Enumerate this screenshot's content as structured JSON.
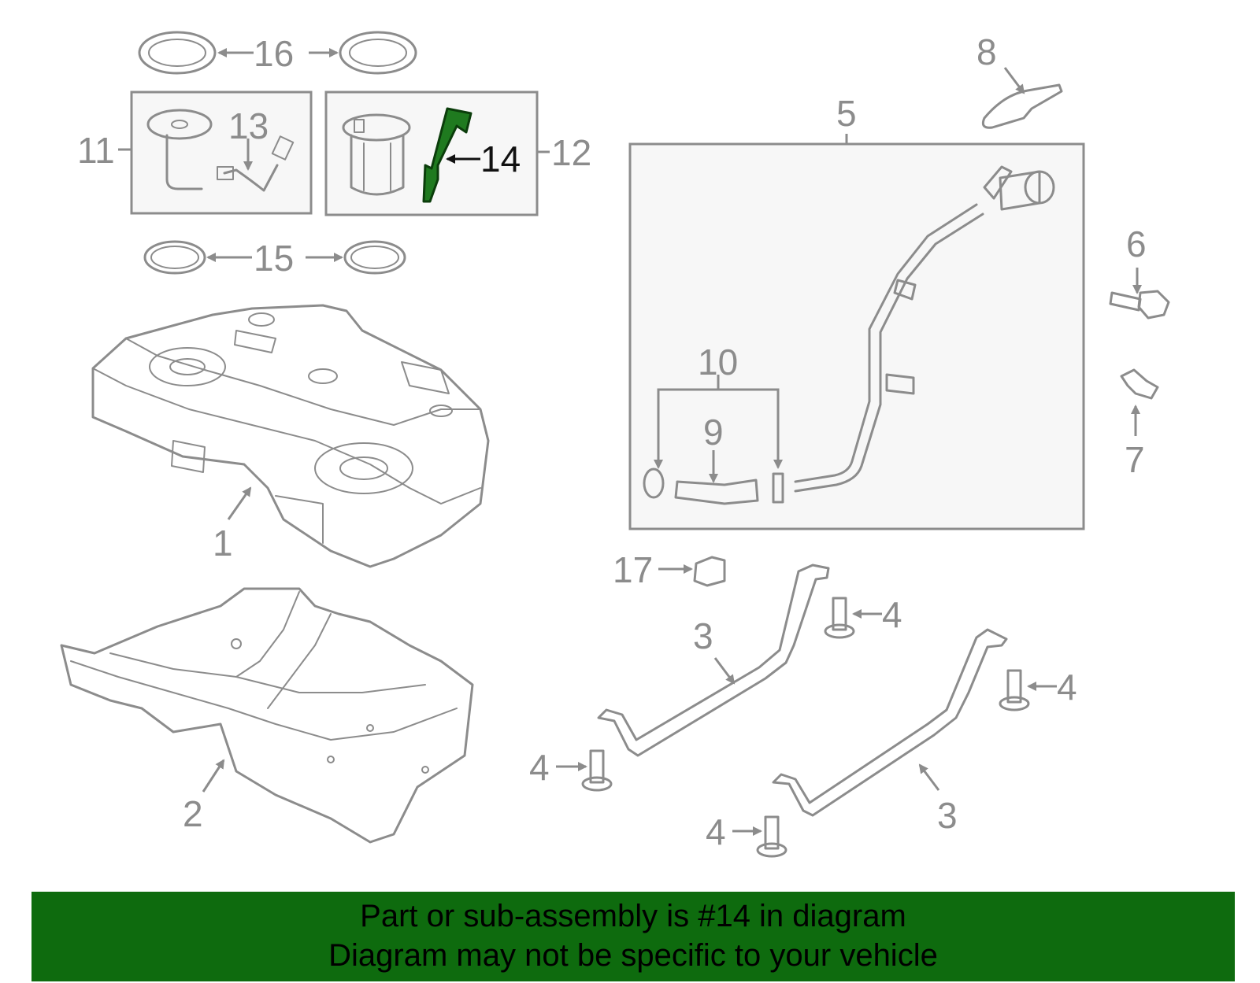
{
  "callouts": {
    "c1": "1",
    "c2": "2",
    "c3a": "3",
    "c3b": "3",
    "c4a": "4",
    "c4b": "4",
    "c4c": "4",
    "c4d": "4",
    "c5": "5",
    "c6": "6",
    "c7": "7",
    "c8": "8",
    "c9": "9",
    "c10": "10",
    "c11": "11",
    "c12": "12",
    "c13": "13",
    "c14": "14",
    "c15": "15",
    "c16": "16",
    "c17": "17"
  },
  "highlight": {
    "part_number": "14",
    "color": "#1f7a1f"
  },
  "banner": {
    "line1": "Part or sub-assembly is #14 in diagram",
    "line2": "Diagram may not be specific to your vehicle",
    "background": "#0e6b0e"
  }
}
